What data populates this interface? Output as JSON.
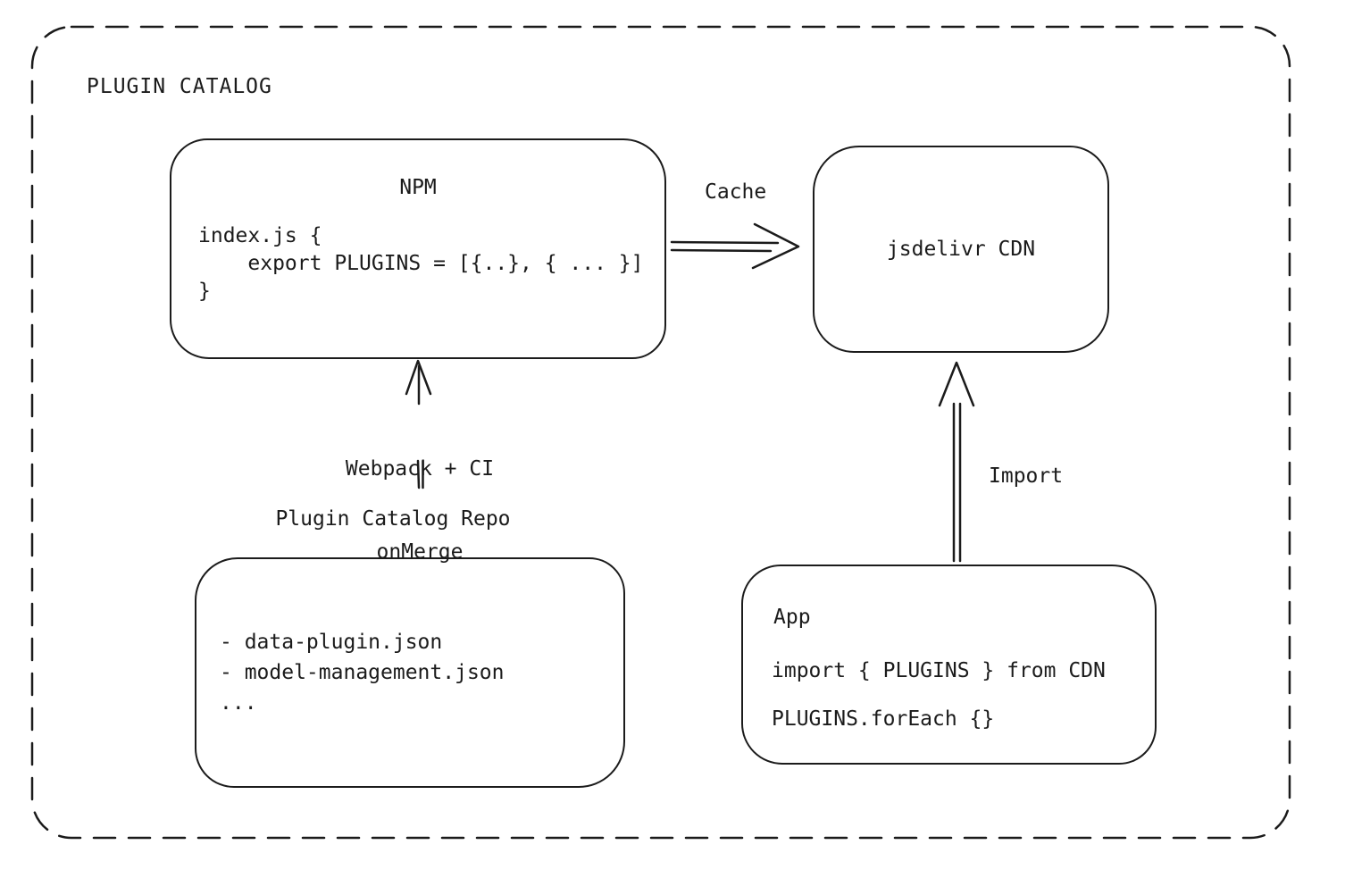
{
  "diagram": {
    "title": "PLUGIN CATALOG",
    "colors": {
      "ink": "#1b1b1b",
      "background": "#ffffff"
    },
    "nodes": {
      "npm": {
        "title": "NPM",
        "code_lines": [
          "index.js {",
          "    export PLUGINS = [{..}, { ... }]",
          "}"
        ]
      },
      "cdn": {
        "label": "jsdelivr CDN"
      },
      "repo": {
        "title": "Plugin Catalog Repo",
        "items": [
          "- data-plugin.json",
          "- model-management.json",
          "..."
        ]
      },
      "app": {
        "title": "App",
        "lines": [
          "import { PLUGINS } from CDN",
          "PLUGINS.forEach {}"
        ]
      }
    },
    "edges": {
      "cache": {
        "label": "Cache"
      },
      "build": {
        "label_line1": "Webpack + CI",
        "label_line2": "onMerge"
      },
      "import": {
        "label": "Import"
      }
    }
  }
}
